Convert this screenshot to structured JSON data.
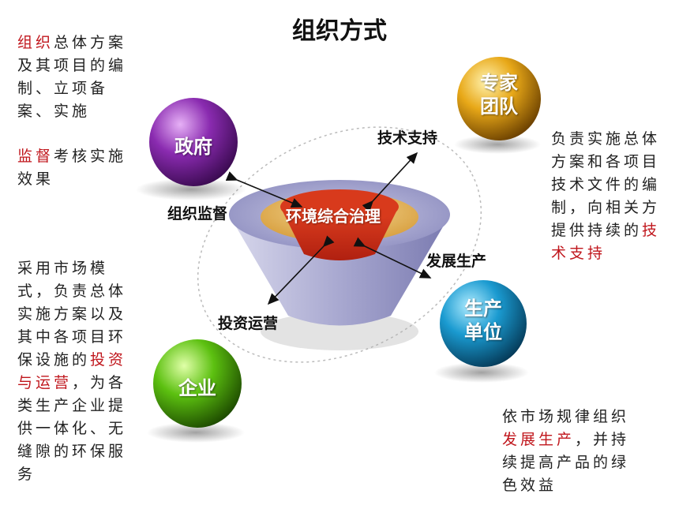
{
  "title": "组织方式",
  "center_label": "环境综合治理",
  "orbs": {
    "expert": {
      "line1": "专家",
      "line2": "团队",
      "color": "#e0a010"
    },
    "government": {
      "line1": "政府",
      "color": "#8a2bb0"
    },
    "production": {
      "line1": "生产",
      "line2": "单位",
      "color": "#1a9ad0"
    },
    "enterprise": {
      "line1": "企业",
      "color": "#5cc010"
    }
  },
  "flows": {
    "tech": "技术支持",
    "supervision": "组织监督",
    "develop": "发展生产",
    "invest": "投资运营"
  },
  "left_top": {
    "p1_red": "组织",
    "p1_rest": "总体方案及其项目的编制、立项备案、实施",
    "p2_red": "监督",
    "p2_rest": "考核实施效果"
  },
  "right_top": {
    "pre": "负责实施总体方案和各项目技术文件的编制，向相关方提供持续的",
    "red": "技术支持"
  },
  "left_bottom": {
    "pre": "采用市场模式，负责总体实施方案以及其中各项目环保设施的",
    "red": "投资与运营",
    "post": "，为各类生产企业提供一体化、无缝隙的环保服务"
  },
  "right_bottom": {
    "pre": "依市场规律组织",
    "red": "发展生产",
    "post": "，并持续提高产品的绿色效益"
  }
}
